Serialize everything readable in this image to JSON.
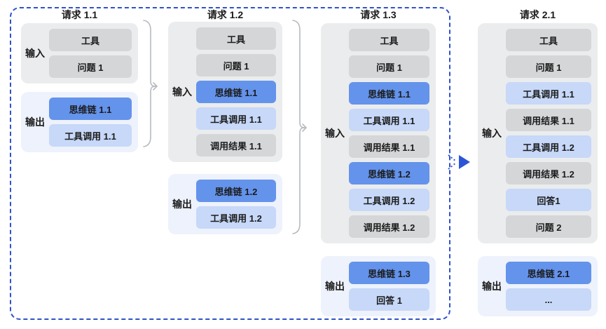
{
  "colors": {
    "background": "#ffffff",
    "dashed_border": "#2f52c7",
    "arrow_blue": "#2b55d6",
    "bracket_gray": "#b6bac0",
    "cot_blue": "#6493eb",
    "light_blue": "#c7d8f8",
    "gray_box": "#d4d6d8",
    "input_bg": "#ebeced",
    "output_bg": "#edf2fc",
    "text": "#1b1b1b"
  },
  "icons": {
    "brace_arrow": "curly-brace-right-arrow",
    "flow_arrow": "dotted-right-arrow"
  },
  "columns": [
    {
      "title": "请求 1.1",
      "input": {
        "label": "输入",
        "items": [
          {
            "label": "工具",
            "type": "gray"
          },
          {
            "label": "问题 1",
            "type": "gray"
          }
        ]
      },
      "output": {
        "label": "输出",
        "items": [
          {
            "label": "思维链 1.1",
            "type": "blue"
          },
          {
            "label": "工具调用 1.1",
            "type": "light"
          }
        ]
      }
    },
    {
      "title": "请求 1.2",
      "input": {
        "label": "输入",
        "items": [
          {
            "label": "工具",
            "type": "gray"
          },
          {
            "label": "问题 1",
            "type": "gray"
          },
          {
            "label": "思维链 1.1",
            "type": "blue"
          },
          {
            "label": "工具调用 1.1",
            "type": "light"
          },
          {
            "label": "调用结果 1.1",
            "type": "gray"
          }
        ]
      },
      "output": {
        "label": "输出",
        "items": [
          {
            "label": "思维链 1.2",
            "type": "blue"
          },
          {
            "label": "工具调用 1.2",
            "type": "light"
          }
        ]
      }
    },
    {
      "title": "请求 1.3",
      "input": {
        "label": "输入",
        "items": [
          {
            "label": "工具",
            "type": "gray"
          },
          {
            "label": "问题 1",
            "type": "gray"
          },
          {
            "label": "思维链 1.1",
            "type": "blue"
          },
          {
            "label": "工具调用 1.1",
            "type": "light"
          },
          {
            "label": "调用结果 1.1",
            "type": "gray"
          },
          {
            "label": "思维链 1.2",
            "type": "blue"
          },
          {
            "label": "工具调用 1.2",
            "type": "light"
          },
          {
            "label": "调用结果 1.2",
            "type": "gray"
          }
        ]
      },
      "output": {
        "label": "输出",
        "items": [
          {
            "label": "思维链 1.3",
            "type": "blue"
          },
          {
            "label": "回答 1",
            "type": "light"
          }
        ]
      }
    },
    {
      "title": "请求 2.1",
      "input": {
        "label": "输入",
        "items": [
          {
            "label": "工具",
            "type": "gray"
          },
          {
            "label": "问题 1",
            "type": "gray"
          },
          {
            "label": "工具调用 1.1",
            "type": "light"
          },
          {
            "label": "调用结果 1.1",
            "type": "gray"
          },
          {
            "label": "工具调用 1.2",
            "type": "light"
          },
          {
            "label": "调用结果 1.2",
            "type": "gray"
          },
          {
            "label": "回答1",
            "type": "light"
          },
          {
            "label": "问题 2",
            "type": "gray"
          }
        ]
      },
      "output": {
        "label": "输出",
        "items": [
          {
            "label": "思维链 2.1",
            "type": "blue"
          },
          {
            "label": "...",
            "type": "light"
          }
        ]
      }
    }
  ]
}
